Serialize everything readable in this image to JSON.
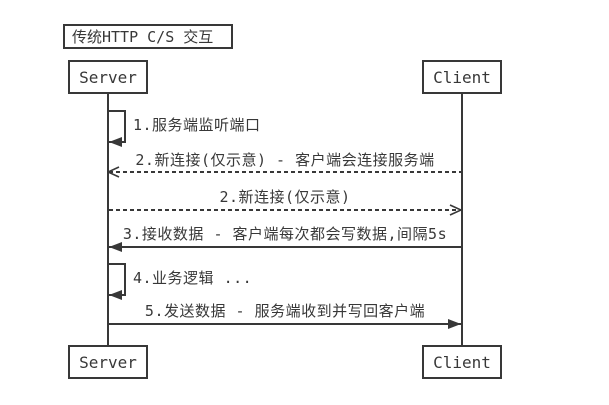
{
  "diagram": {
    "title": "传统HTTP C/S 交互",
    "actors": {
      "server": "Server",
      "client": "Client"
    },
    "messages": [
      {
        "label": "1.服务端监听端口",
        "type": "self-loop",
        "actor": "Server"
      },
      {
        "label": "2.新连接(仅示意) - 客户端会连接服务端",
        "type": "dashed-arrow",
        "from": "Client",
        "to": "Server"
      },
      {
        "label": "2.新连接(仅示意)",
        "type": "dashed-arrow",
        "from": "Server",
        "to": "Client"
      },
      {
        "label": "3.接收数据 - 客户端每次都会写数据,间隔5s",
        "type": "solid-arrow",
        "from": "Client",
        "to": "Server"
      },
      {
        "label": "4.业务逻辑 ...",
        "type": "self-loop",
        "actor": "Server"
      },
      {
        "label": "5.发送数据 - 服务端收到并写回客户端",
        "type": "solid-arrow",
        "from": "Server",
        "to": "Client"
      }
    ],
    "colors": {
      "line": "#383838",
      "text": "#383838",
      "background": "#ffffff"
    }
  }
}
